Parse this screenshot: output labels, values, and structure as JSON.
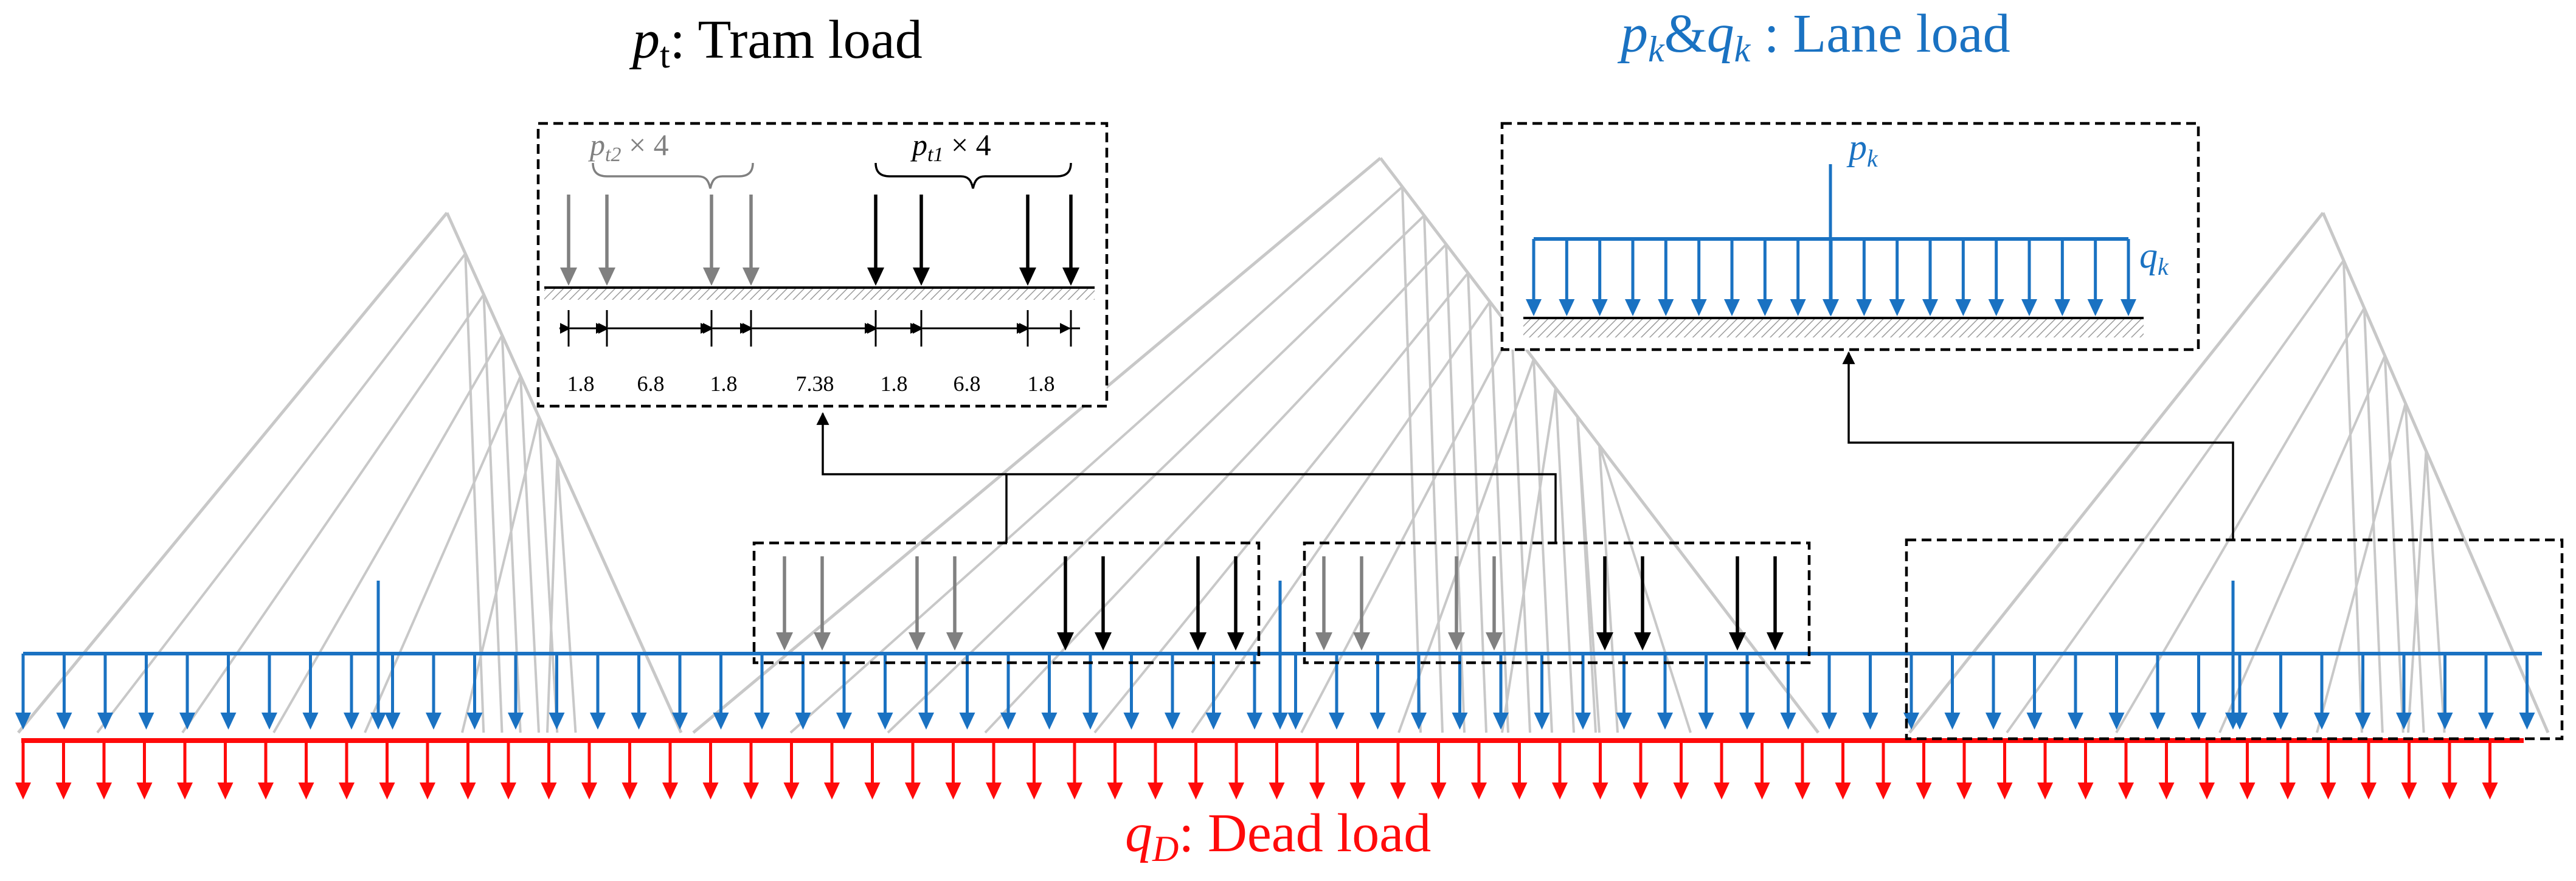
{
  "titles": {
    "tram_sym": "p",
    "tram_sub": "t",
    "tram_text": ": Tram load",
    "lane_p": "p",
    "lane_p_sub": "k",
    "lane_amp": "&",
    "lane_q": "q",
    "lane_q_sub": "k",
    "lane_text": " : Lane load",
    "dead_sym": "q",
    "dead_sub": "D",
    "dead_text": ": Dead load"
  },
  "tram_detail": {
    "pt2_sym": "p",
    "pt2_sub": "t2",
    "pt2_mult": " × 4",
    "pt1_sym": "p",
    "pt1_sub": "t1",
    "pt1_mult": " × 4",
    "spacings": [
      "1.8",
      "6.8",
      "1.8",
      "7.38",
      "1.8",
      "6.8",
      "1.8"
    ]
  },
  "lane_detail": {
    "pk_sym": "p",
    "pk_sub": "k",
    "qk_sym": "q",
    "qk_sub": "k"
  },
  "colors": {
    "cable": "#c8c8c8",
    "lane": "#1a72c2",
    "dead": "#ff0a0a",
    "tram_pt1": "#000000",
    "tram_pt2": "#808080",
    "title_black": "#000000",
    "title_lane": "#1a72c2",
    "title_dead": "#ff0a0a"
  }
}
